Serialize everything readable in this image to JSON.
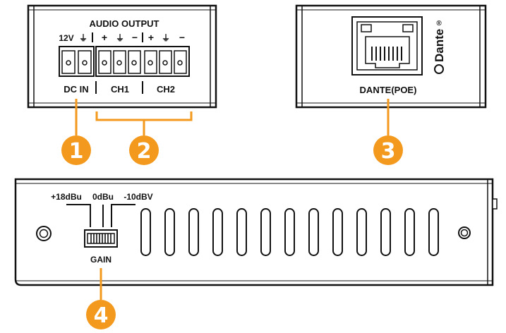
{
  "audio_panel": {
    "title": "AUDIO OUTPUT",
    "pin_labels": [
      "12V",
      "⏚",
      "+",
      "⏚",
      "−",
      "+",
      "⏚",
      "−"
    ],
    "label_dcin": "DC IN",
    "label_ch1": "CH1",
    "label_ch2": "CH2"
  },
  "dante_panel": {
    "logo_text": "Dante",
    "registered": "®",
    "port_label": "DANTE(POE)"
  },
  "side_panel": {
    "gain_levels": [
      "+18dBu",
      "0dBu",
      "-10dBV"
    ],
    "gain_label": "GAIN"
  },
  "callouts": [
    "1",
    "2",
    "3",
    "4"
  ],
  "colors": {
    "accent": "#F39A1E",
    "line": "#111111"
  }
}
